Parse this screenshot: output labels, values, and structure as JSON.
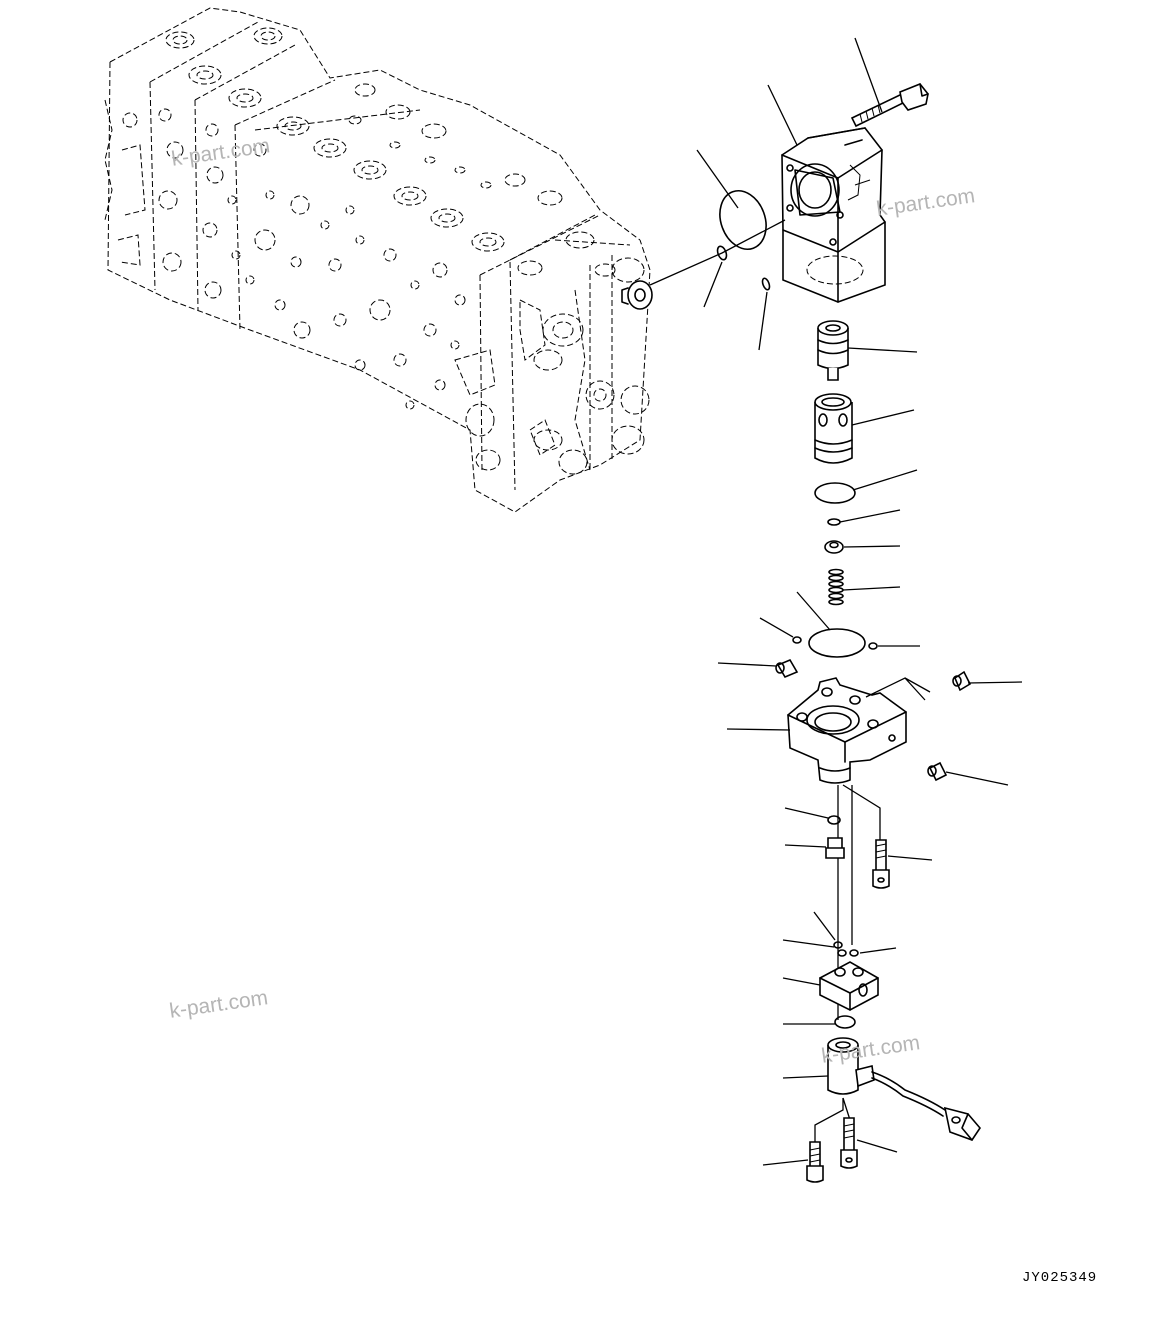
{
  "diagram": {
    "drawing_code": "JY025349",
    "watermarks": [
      "k-part.com",
      "k-part.com",
      "k-part.com",
      "k-part.com"
    ]
  }
}
